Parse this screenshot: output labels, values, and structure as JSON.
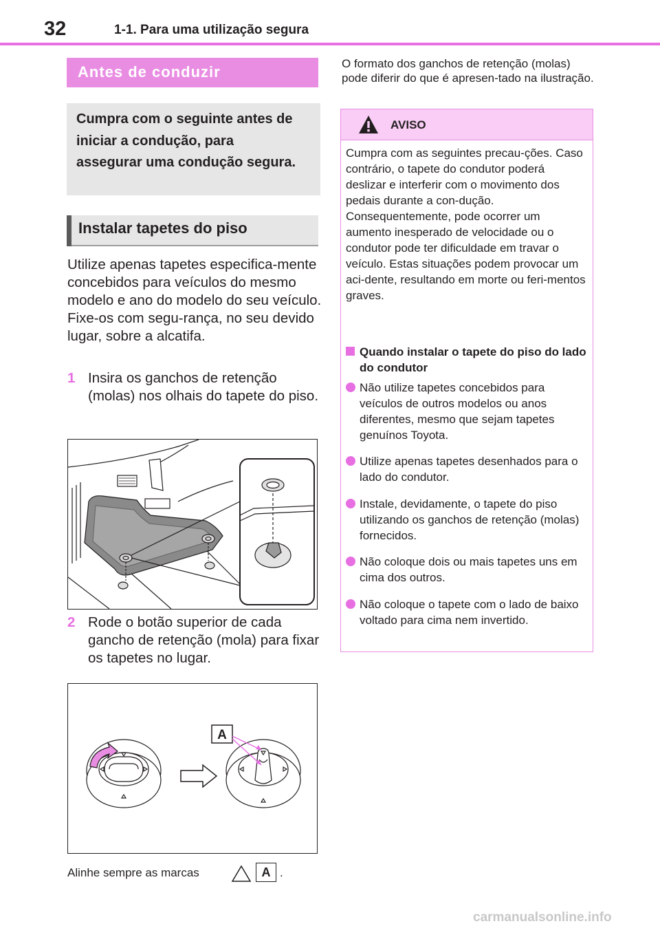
{
  "header": {
    "page_number": "32",
    "section_title": "1-1. Para uma utilização segura"
  },
  "left": {
    "heading": "Antes de conduzir",
    "intro": "Cumpra com o seguinte antes de iniciar a condução, para assegurar uma condução segura.",
    "subheading": "Instalar tapetes do piso",
    "paragraph": "Utilize apenas tapetes especifica-mente concebidos para veículos do mesmo modelo e ano do modelo do seu veículo. Fixe-os com segu-rança, no seu devido lugar, sobre a alcatifa.",
    "steps": [
      {
        "num": "1",
        "text": "Insira os ganchos de retenção (molas) nos olhais do tapete do piso."
      },
      {
        "num": "2",
        "text": "Rode o botão superior de cada gancho de retenção (mola) para fixar os tapetes no lugar."
      }
    ],
    "figure2_label": "A",
    "caption": "Alinhe sempre as marcas",
    "caption_box": "A",
    "caption_end": "."
  },
  "right": {
    "paragraph": "O formato dos ganchos de retenção (molas) pode diferir do que é apresen-tado na ilustração.",
    "warning": {
      "icon": "warning-triangle-icon",
      "title": "AVISO",
      "text": "Cumpra com as seguintes precau-ções. Caso contrário, o tapete do condutor poderá deslizar e interferir com o movimento dos pedais durante a con-dução. Consequentemente, pode ocorrer um aumento inesperado de velocidade ou o condutor pode ter dificuldade em travar o veículo. Estas situações podem provocar um aci-dente, resultando em morte ou feri-mentos graves.",
      "subheading": "Quando instalar o tapete do piso do lado do condutor",
      "bullets": [
        "Não utilize tapetes concebidos para veículos de outros modelos ou anos diferentes, mesmo que sejam tapetes genuínos Toyota.",
        "Utilize apenas tapetes desenhados para o lado do condutor.",
        "Instale, devidamente, o tapete do piso utilizando os ganchos de retenção (molas) fornecidos.",
        "Não coloque dois ou mais tapetes uns em cima dos outros.",
        "Não coloque o tapete com o lado de baixo voltado para cima nem invertido."
      ]
    }
  },
  "footer": {
    "watermark": "carmanualsonline.info"
  },
  "colors": {
    "accent": "#e76fe2",
    "heading_bg": "#e98de3",
    "warn_bg": "#f9cdf5",
    "gray_box": "#e6e6e6"
  }
}
